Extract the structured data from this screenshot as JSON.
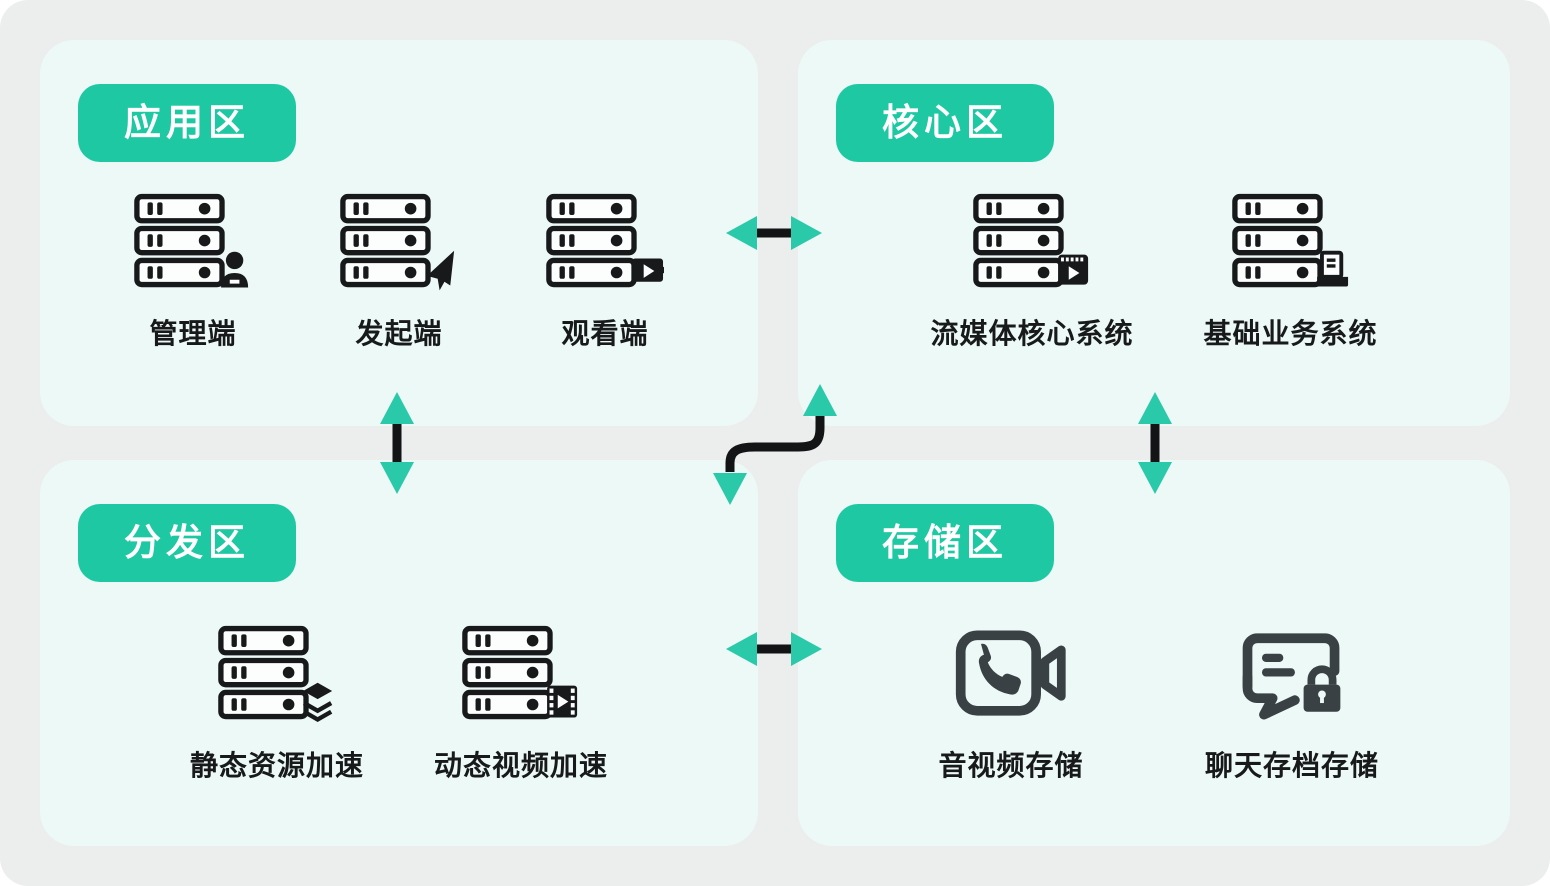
{
  "diagram_title": "",
  "colors": {
    "background": "#ECEDED",
    "panel": "#EDF9F6",
    "badge_teal": "#1EC8A3",
    "arrowhead_teal": "#2AC9A9",
    "arrow_shaft": "#121415",
    "icon_dark": "#17191B",
    "storage_icon_dark": "#3A4145",
    "badge_text": "#FFFFFF"
  },
  "zones": {
    "application": {
      "title": "应用区",
      "items": [
        {
          "label": "管理端",
          "icon": "server-user-icon"
        },
        {
          "label": "发起端",
          "icon": "server-send-icon"
        },
        {
          "label": "观看端",
          "icon": "server-video-icon"
        }
      ]
    },
    "core": {
      "title": "核心区",
      "items": [
        {
          "label": "流媒体核心系统",
          "icon": "server-media-icon"
        },
        {
          "label": "基础业务系统",
          "icon": "server-doc-icon"
        }
      ]
    },
    "distribution": {
      "title": "分发区",
      "items": [
        {
          "label": "静态资源加速",
          "icon": "server-layers-icon"
        },
        {
          "label": "动态视频加速",
          "icon": "server-film-icon"
        }
      ]
    },
    "storage": {
      "title": "存储区",
      "items": [
        {
          "label": "音视频存储",
          "icon": "video-call-icon"
        },
        {
          "label": "聊天存档存储",
          "icon": "chat-lock-icon"
        }
      ]
    }
  },
  "connectors": [
    {
      "name": "application-core-link",
      "type": "horizontal-bidirectional"
    },
    {
      "name": "distribution-storage-link",
      "type": "horizontal-bidirectional"
    },
    {
      "name": "application-distribution-link",
      "type": "vertical-bidirectional"
    },
    {
      "name": "core-storage-link",
      "type": "vertical-bidirectional"
    },
    {
      "name": "core-distribution-link",
      "type": "s-curve-bidirectional"
    }
  ]
}
